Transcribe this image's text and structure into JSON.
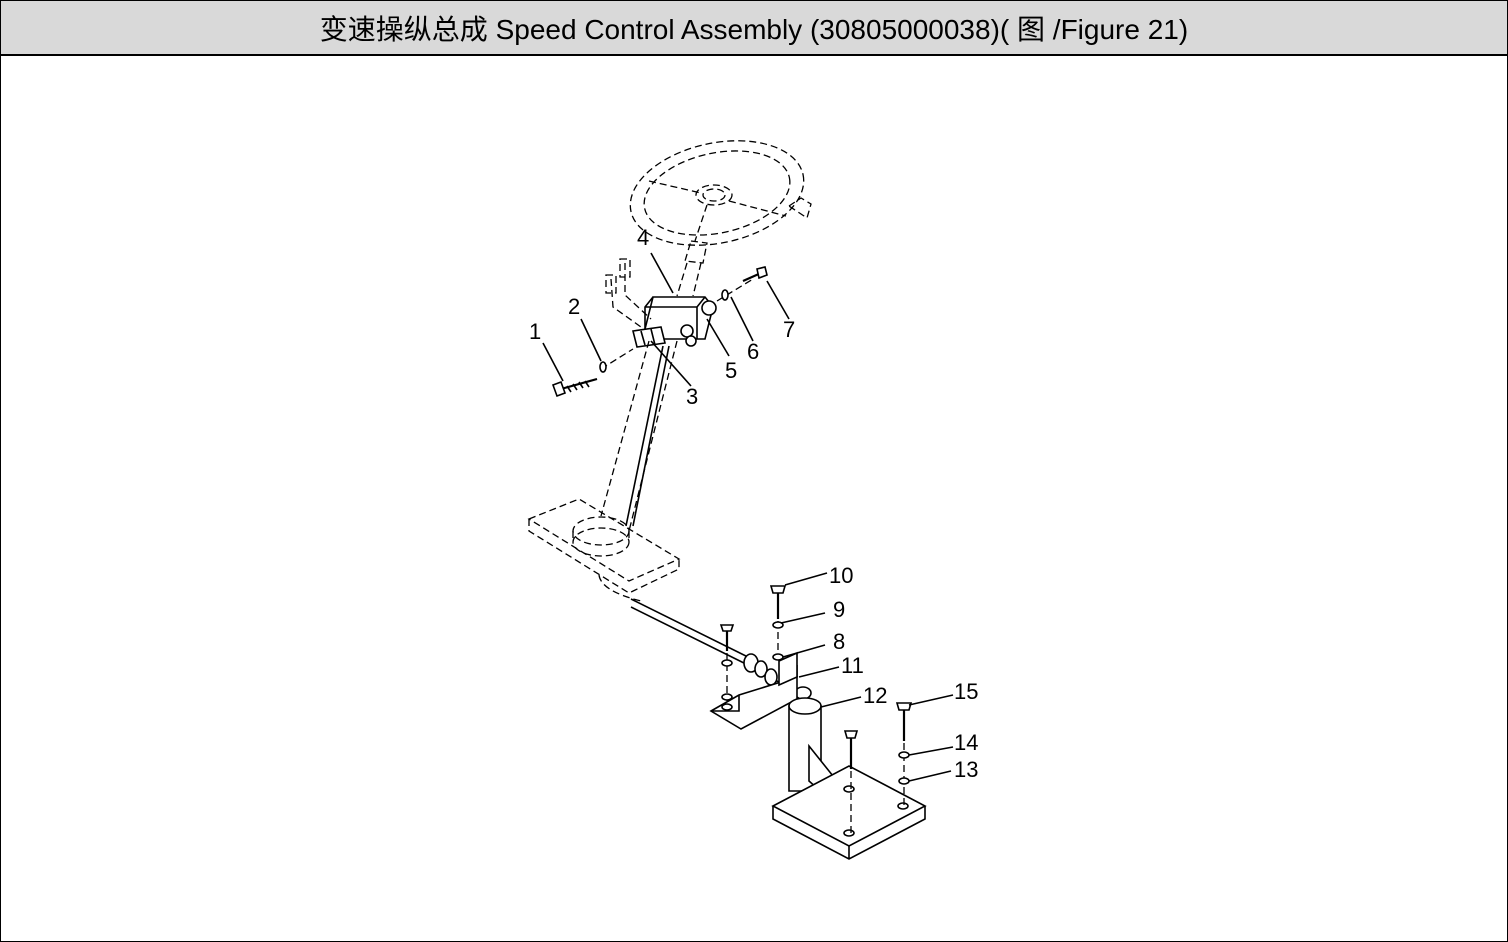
{
  "title": "变速操纵总成 Speed Control Assembly (30805000038)(  图  /Figure 21)",
  "callouts": [
    "1",
    "2",
    "3",
    "4",
    "5",
    "6",
    "7",
    "8",
    "9",
    "10",
    "11",
    "12",
    "13",
    "14",
    "15"
  ]
}
